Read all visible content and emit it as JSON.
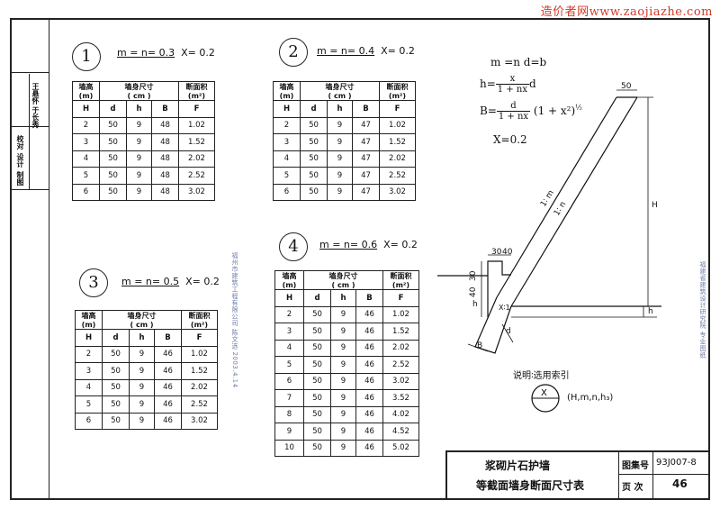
{
  "watermark": "造价者网www.zaojiazhe.com",
  "sidebar": {
    "names": [
      "王悬怀",
      "于长秀"
    ],
    "labels": [
      "校对",
      "设计",
      "制图"
    ]
  },
  "left_margin_text": "福州市建筑工程有限公司 陈文选 2003.4.14",
  "right_margin_text": "福建省建筑设计研究院 专业图纸",
  "sections": [
    {
      "num": "1",
      "param_m": "m = n= 0.3",
      "param_x": "X= 0.2",
      "headers": [
        "墙高\n(m)",
        "墙身尺寸\n( cm )",
        "断面积\n(m²)"
      ],
      "subheaders": [
        "H",
        "d",
        "h",
        "B",
        "F"
      ],
      "rows": [
        [
          "2",
          "50",
          "9",
          "48",
          "1.02"
        ],
        [
          "3",
          "50",
          "9",
          "48",
          "1.52"
        ],
        [
          "4",
          "50",
          "9",
          "48",
          "2.02"
        ],
        [
          "5",
          "50",
          "9",
          "48",
          "2.52"
        ],
        [
          "6",
          "50",
          "9",
          "48",
          "3.02"
        ]
      ]
    },
    {
      "num": "2",
      "param_m": "m = n= 0.4",
      "param_x": "X= 0.2",
      "headers": [
        "墙高\n(m)",
        "墙身尺寸\n( cm )",
        "断面积\n(m²)"
      ],
      "subheaders": [
        "H",
        "d",
        "h",
        "B",
        "F"
      ],
      "rows": [
        [
          "2",
          "50",
          "9",
          "47",
          "1.02"
        ],
        [
          "3",
          "50",
          "9",
          "47",
          "1.52"
        ],
        [
          "4",
          "50",
          "9",
          "47",
          "2.02"
        ],
        [
          "5",
          "50",
          "9",
          "47",
          "2.52"
        ],
        [
          "6",
          "50",
          "9",
          "47",
          "3.02"
        ]
      ]
    },
    {
      "num": "3",
      "param_m": "m = n= 0.5",
      "param_x": "X= 0.2",
      "headers": [
        "墙高\n(m)",
        "墙身尺寸\n( cm )",
        "断面积\n(m²)"
      ],
      "subheaders": [
        "H",
        "d",
        "h",
        "B",
        "F"
      ],
      "rows": [
        [
          "2",
          "50",
          "9",
          "46",
          "1.02"
        ],
        [
          "3",
          "50",
          "9",
          "46",
          "1.52"
        ],
        [
          "4",
          "50",
          "9",
          "46",
          "2.02"
        ],
        [
          "5",
          "50",
          "9",
          "46",
          "2.52"
        ],
        [
          "6",
          "50",
          "9",
          "46",
          "3.02"
        ]
      ]
    },
    {
      "num": "4",
      "param_m": "m = n= 0.6",
      "param_x": "X= 0.2",
      "headers": [
        "墙高\n(m)",
        "墙身尺寸\n( cm )",
        "断面积\n(m²)"
      ],
      "subheaders": [
        "H",
        "d",
        "h",
        "B",
        "F"
      ],
      "rows": [
        [
          "2",
          "50",
          "9",
          "46",
          "1.02"
        ],
        [
          "3",
          "50",
          "9",
          "46",
          "1.52"
        ],
        [
          "4",
          "50",
          "9",
          "46",
          "2.02"
        ],
        [
          "5",
          "50",
          "9",
          "46",
          "2.52"
        ],
        [
          "6",
          "50",
          "9",
          "46",
          "3.02"
        ],
        [
          "7",
          "50",
          "9",
          "46",
          "3.52"
        ],
        [
          "8",
          "50",
          "9",
          "46",
          "4.02"
        ],
        [
          "9",
          "50",
          "9",
          "46",
          "4.52"
        ],
        [
          "10",
          "50",
          "9",
          "46",
          "5.02"
        ]
      ]
    }
  ],
  "formulas": {
    "line1": "m =n   d=b",
    "h_lhs": "h=",
    "h_num": "x",
    "h_den": "1 + nx",
    "h_rhs": "d",
    "b_lhs": "B=",
    "b_num": "d",
    "b_den": "1 + nx",
    "b_rhs": "(1 + x²)",
    "b_exp": "½",
    "x_val": "X=0.2"
  },
  "diagram": {
    "top_dim": "50",
    "H": "H",
    "h": "h",
    "d": "d",
    "B": "B",
    "slope1": "1∶ m",
    "slope2": "1∶ n",
    "dim_30": "30",
    "dim_40": "40",
    "dim_30b": "30",
    "dim_40b": "40",
    "h_small": "h",
    "x1": "X∶1"
  },
  "note": {
    "label": "说明∶选用索引",
    "symbol": "X",
    "params": "(H,m,n,h₃)"
  },
  "titleblock": {
    "title1": "浆砌片石护墙",
    "title2": "等截面墙身断面尺寸表",
    "tj_label": "图集号",
    "tj_value": "93J007-8",
    "page_label": "页  次",
    "page_value": "46"
  }
}
